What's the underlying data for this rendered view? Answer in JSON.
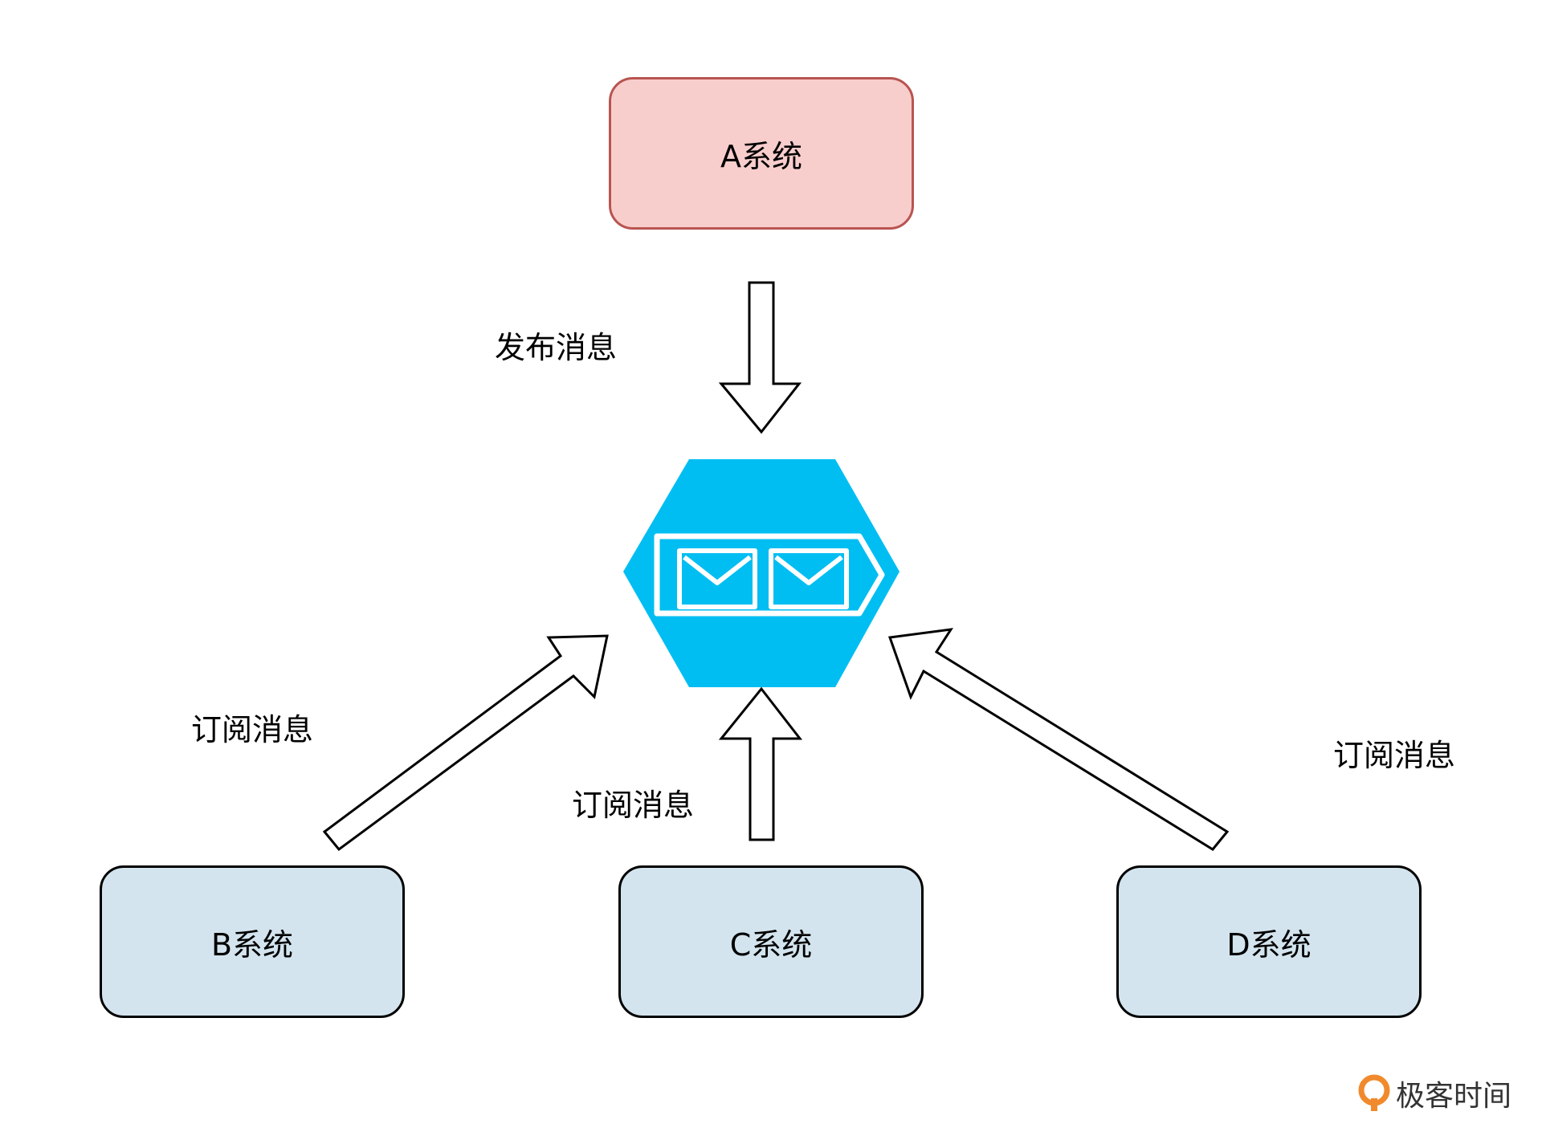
{
  "nodes": {
    "publisher": "A系统",
    "subscriber_b": "B系统",
    "subscriber_c": "C系统",
    "subscriber_d": "D系统"
  },
  "edges": {
    "publish_label": "发布消息",
    "subscribe_b_label": "订阅消息",
    "subscribe_c_label": "订阅消息",
    "subscribe_d_label": "订阅消息"
  },
  "hub": {
    "icon": "message-queue-icon",
    "color": "#00bef2"
  },
  "colors": {
    "publisher_fill": "#f8cecc",
    "publisher_stroke": "#b85450",
    "subscriber_fill": "#d3e4ee"
  },
  "brand": {
    "name": "极客时间",
    "logo_color": "#f08a2c"
  }
}
